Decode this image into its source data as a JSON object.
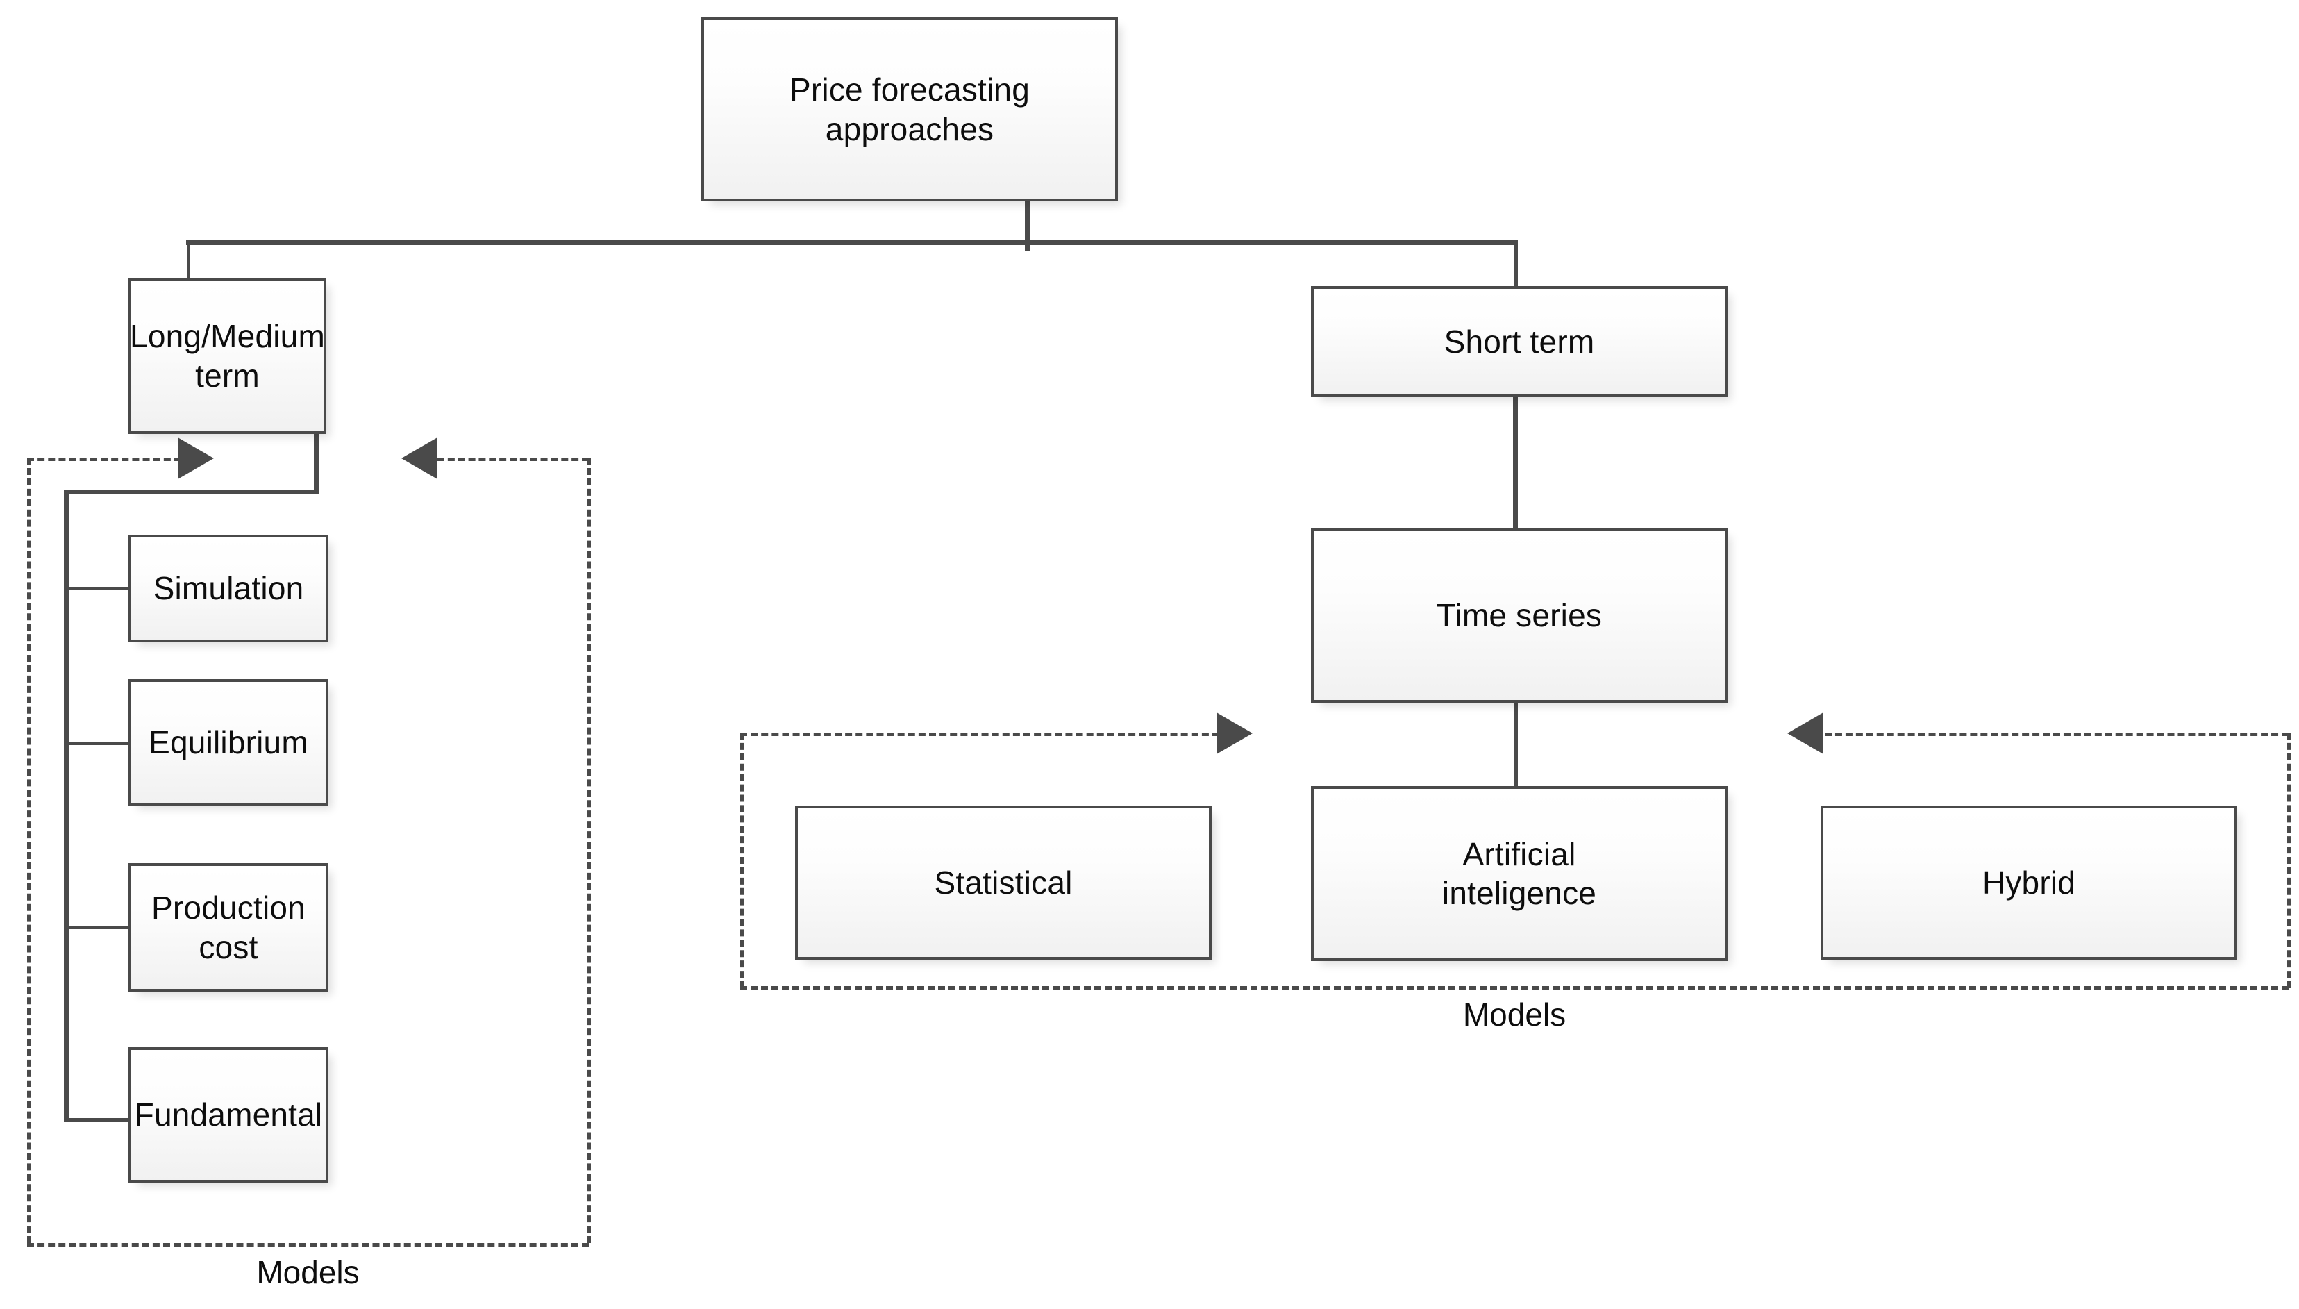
{
  "diagram": {
    "title": "Price forecasting approaches",
    "root": {
      "label": "Price forecasting\napproaches"
    },
    "branches": [
      {
        "label": "Long/Medium\nterm"
      },
      {
        "label": "Short term"
      }
    ],
    "left_branch": {
      "models": [
        {
          "label": "Simulation"
        },
        {
          "label": "Equilibrium"
        },
        {
          "label": "Production  cost"
        },
        {
          "label": "Fundamental"
        }
      ],
      "group_label": "Models"
    },
    "right_branch": {
      "intermediate": {
        "label": "Time series"
      },
      "models": [
        {
          "label": "Statistical"
        },
        {
          "label": "Artificial\ninteligence"
        },
        {
          "label": "Hybrid"
        }
      ],
      "group_label": "Models"
    },
    "colors": {
      "line": "#4a4a4a",
      "box_border": "#4a4a4a",
      "box_fill_top": "#ffffff",
      "box_fill_bottom": "#f1f1f1",
      "text": "#0d0d0d",
      "background": "#ffffff"
    }
  }
}
